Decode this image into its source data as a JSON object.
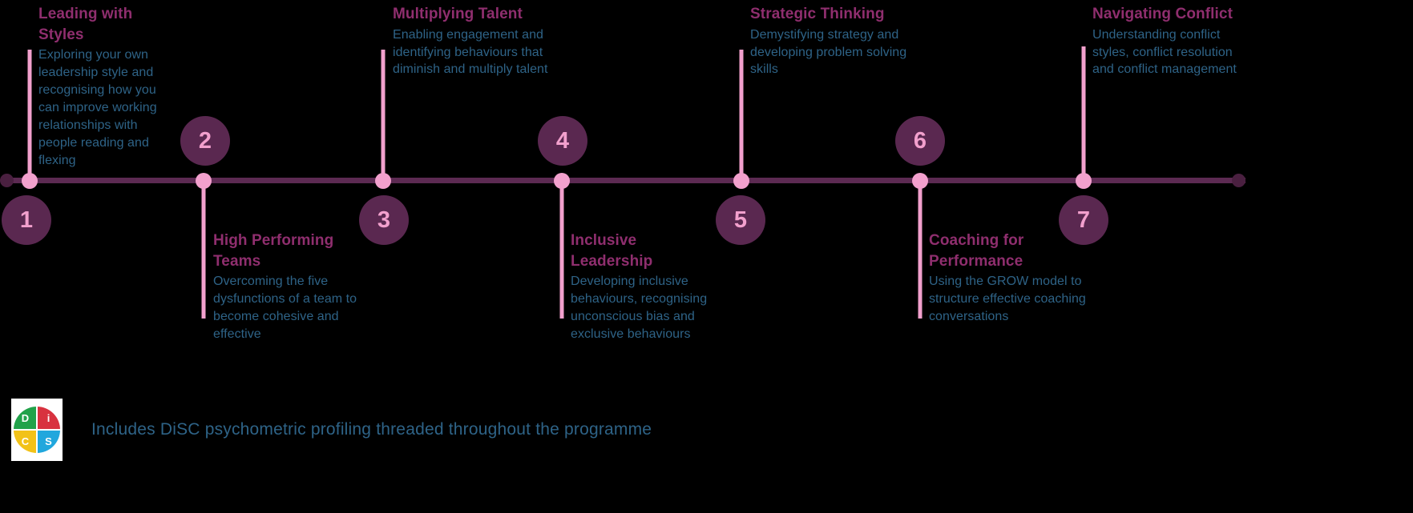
{
  "theme": {
    "background": "#000000",
    "axis_color": "#5c2a52",
    "accent_pink": "#f2a0cd",
    "title_color": "#8f2e6e",
    "body_color": "#2e6387",
    "circle_fill": "#5a2850"
  },
  "timeline": {
    "items": [
      {
        "number": "1",
        "title": "Leading with Styles",
        "description": "Exploring your own leadership style and recognising how you can improve working relationships with people reading and flexing",
        "position": "above"
      },
      {
        "number": "2",
        "title": "High Performing Teams",
        "description": "Overcoming the five dysfunctions of a team to become cohesive and effective",
        "position": "below"
      },
      {
        "number": "3",
        "title": "Multiplying Talent",
        "description": "Enabling engagement and identifying behaviours that diminish and multiply talent",
        "position": "above"
      },
      {
        "number": "4",
        "title": "Inclusive Leadership",
        "description": "Developing inclusive behaviours, recognising unconscious bias and exclusive behaviours",
        "position": "below"
      },
      {
        "number": "5",
        "title": "Strategic Thinking",
        "description": "Demystifying strategy and developing problem solving skills",
        "position": "above"
      },
      {
        "number": "6",
        "title": "Coaching for Performance",
        "description": "Using the GROW model to structure effective coaching conversations",
        "position": "below"
      },
      {
        "number": "7",
        "title": "Navigating Conflict",
        "description": "Understanding conflict styles, conflict resolution and conflict management",
        "position": "above"
      }
    ]
  },
  "footer": {
    "text": "Includes DiSC psychometric profiling threaded throughout the programme",
    "logo": {
      "d": "D",
      "i": "i",
      "c": "C",
      "s": "S"
    }
  }
}
